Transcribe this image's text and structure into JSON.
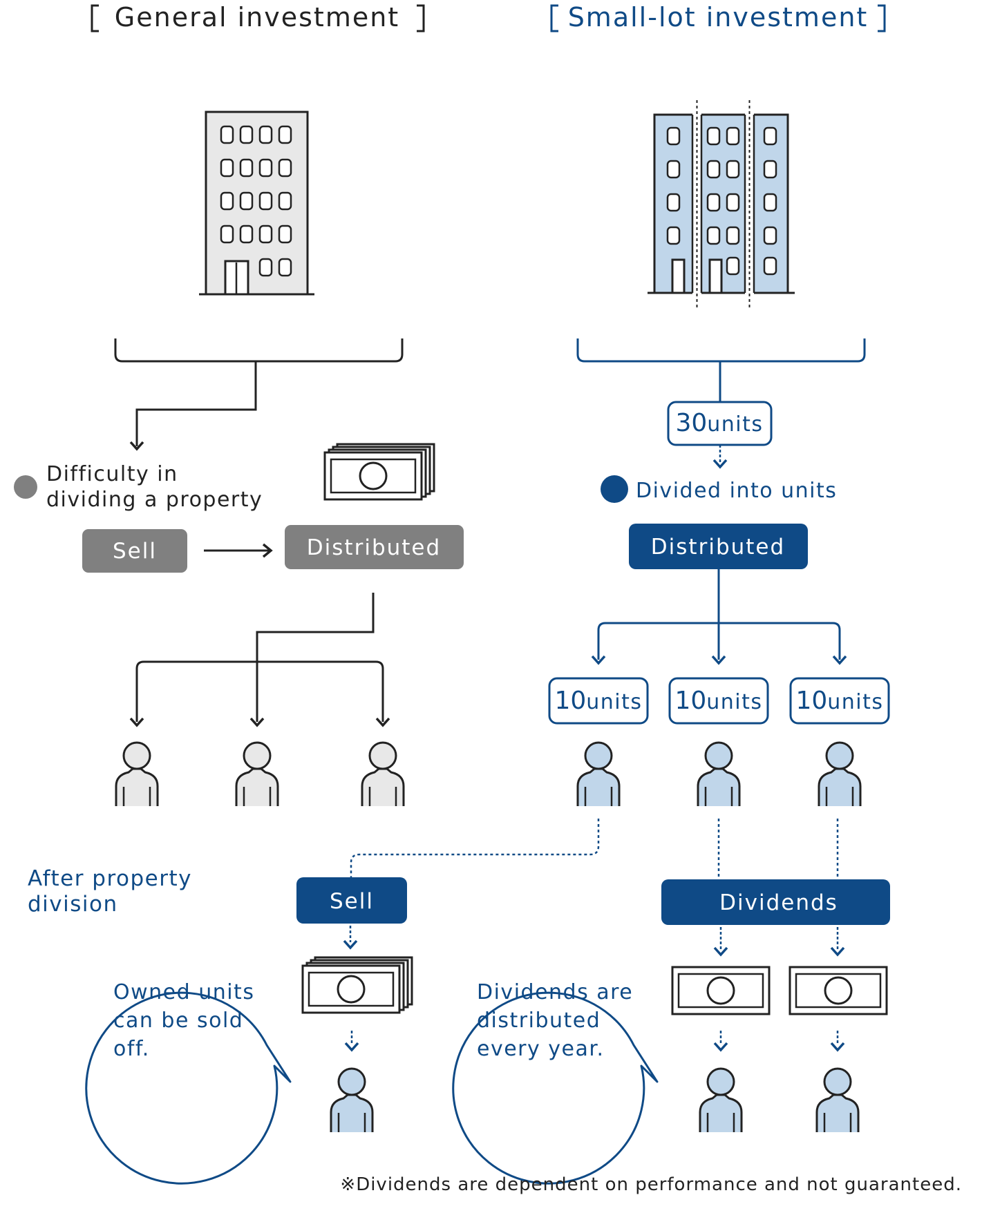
{
  "colors": {
    "navy": "#0f4a86",
    "dark": "#222222",
    "gray": "#808080",
    "light_gray_fill": "#e8e8e8",
    "light_blue_fill": "#c0d6ea",
    "white": "#ffffff"
  },
  "general": {
    "title": "General investment",
    "status_text_line1": "Difficulty in",
    "status_text_line2": "dividing a property",
    "sell_label": "Sell",
    "distributed_label": "Distributed"
  },
  "small_lot": {
    "title": "Small-lot investment",
    "units_30_number": "30",
    "units_word": "units",
    "status_text": "Divided into units",
    "distributed_label": "Distributed",
    "units_10_number": "10",
    "after_label_line1": "After property",
    "after_label_line2": "division",
    "sell_label": "Sell",
    "dividends_label": "Dividends",
    "bubble_sell_line1": "Owned units",
    "bubble_sell_line2": "can be sold",
    "bubble_sell_line3": "off.",
    "bubble_div_line1": "Dividends are",
    "bubble_div_line2": "distributed",
    "bubble_div_line3": "every year."
  },
  "footnote": "※Dividends are dependent on performance and not guaranteed.",
  "icons": [
    "building-icon",
    "divided-building-icon",
    "person-icon",
    "banknote-stack-icon",
    "banknote-icon",
    "arrow-icon"
  ]
}
